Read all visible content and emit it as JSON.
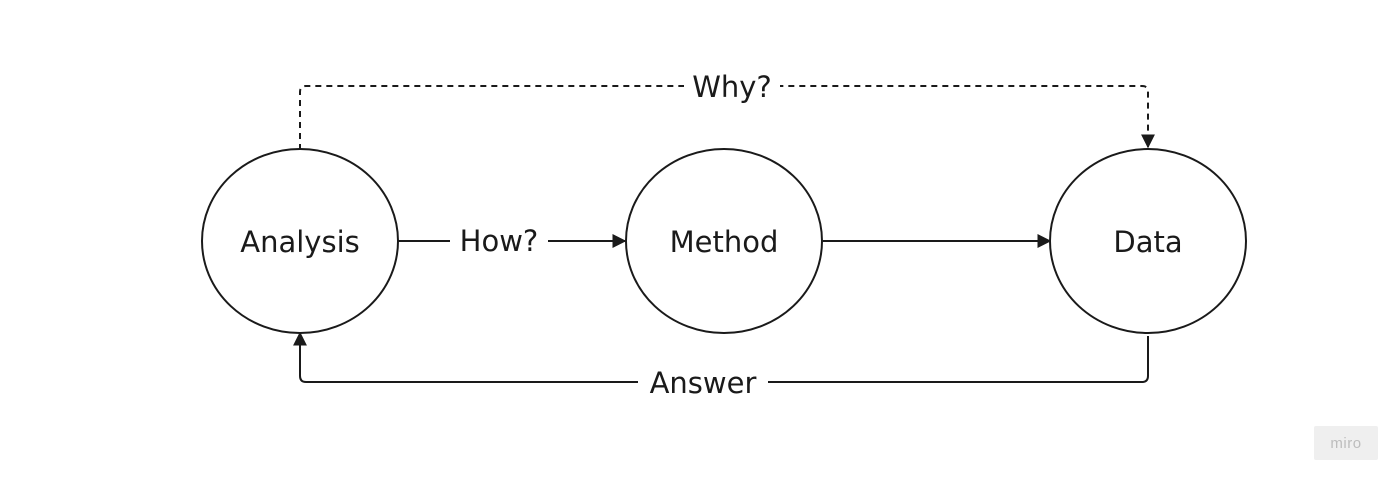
{
  "nodes": {
    "analysis": {
      "label": "Analysis"
    },
    "method": {
      "label": "Method"
    },
    "data": {
      "label": "Data"
    }
  },
  "edges": {
    "how": {
      "label": "How?",
      "from": "Analysis",
      "to": "Method",
      "style": "solid"
    },
    "method_to_data": {
      "label": "",
      "from": "Method",
      "to": "Data",
      "style": "solid"
    },
    "why": {
      "label": "Why?",
      "from": "Analysis",
      "to": "Data",
      "style": "dashed"
    },
    "answer": {
      "label": "Answer",
      "from": "Data",
      "to": "Analysis",
      "style": "solid"
    }
  },
  "watermark": {
    "label": "miro"
  },
  "colors": {
    "stroke": "#1a1a1a",
    "background": "#ffffff"
  }
}
